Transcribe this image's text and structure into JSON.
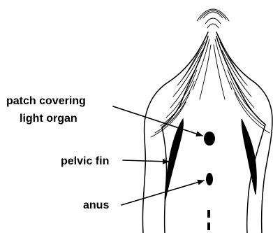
{
  "diagram": {
    "labels": {
      "patch_line1": "patch covering",
      "patch_line2": "light organ",
      "pelvic_fin": "pelvic fin",
      "anus": "anus"
    }
  }
}
